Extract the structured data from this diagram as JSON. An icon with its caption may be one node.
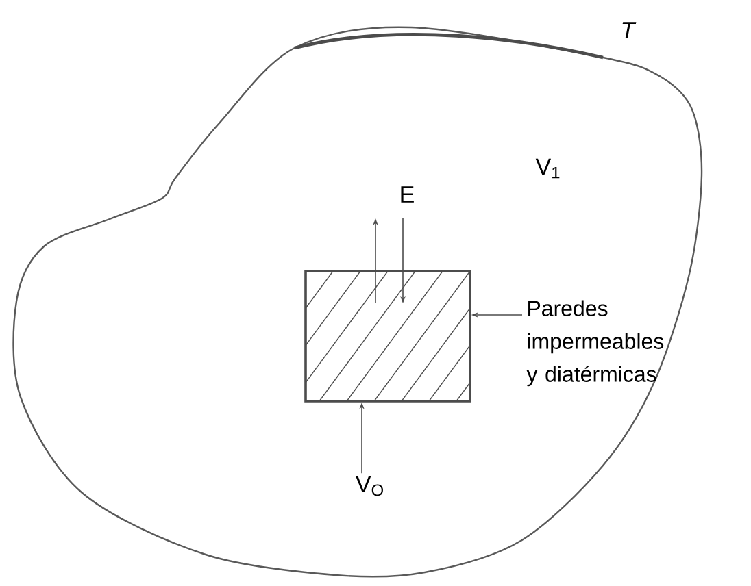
{
  "diagram": {
    "nodes": [
      {
        "text": [
          "V$_{1}$"
        ],
        "beside": [
          "T"
        ]
      },
      {
        "text": [],
        "shape": "box",
        "in": 0
      },
      {
        "text": [
          "Paredes impermeables y diatérmicas"
        ],
        "in": 0
      },
      {
        "text": [
          "V$_{O}$"
        ],
        "in": 0
      }
    ],
    "edges": [
      {
        "from": 1,
        "to": null,
        "arrow": "to"
      },
      {
        "from": null,
        "to": 1,
        "arrow": "to"
      },
      {
        "from": 2,
        "to": 1,
        "arrow": "to"
      },
      {
        "from": 3,
        "to": 1,
        "arrow": "to"
      }
    ],
    "labels": [
      "E"
    ]
  }
}
